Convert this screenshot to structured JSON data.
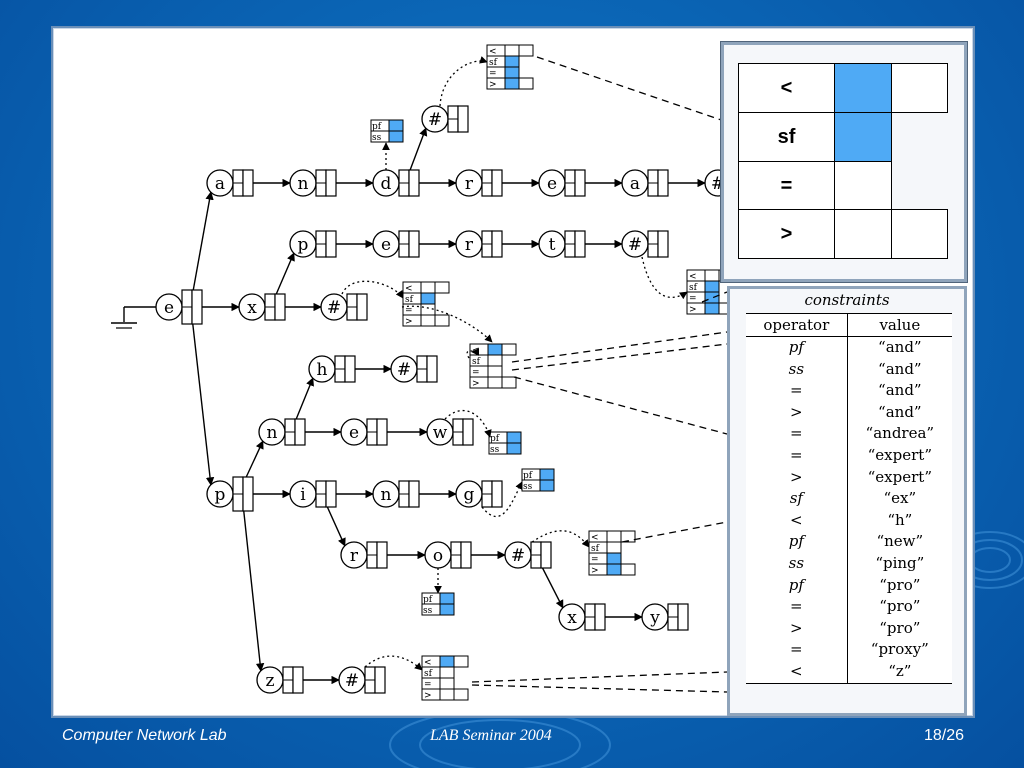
{
  "footer": {
    "left": "Computer Network Lab",
    "center": "LAB Seminar 2004",
    "right": "18/26"
  },
  "tree": {
    "nodes": [
      {
        "id": "e0",
        "label": "e"
      },
      {
        "id": "a1",
        "label": "a"
      },
      {
        "id": "n1",
        "label": "n"
      },
      {
        "id": "d1",
        "label": "d"
      },
      {
        "id": "r1",
        "label": "r"
      },
      {
        "id": "e1",
        "label": "e"
      },
      {
        "id": "a2",
        "label": "a"
      },
      {
        "id": "h1",
        "label": "#"
      },
      {
        "id": "h2",
        "label": "#"
      },
      {
        "id": "x1",
        "label": "x"
      },
      {
        "id": "p1",
        "label": "p"
      },
      {
        "id": "e2",
        "label": "e"
      },
      {
        "id": "r2",
        "label": "r"
      },
      {
        "id": "t1",
        "label": "t"
      },
      {
        "id": "h3",
        "label": "#"
      },
      {
        "id": "h4",
        "label": "#"
      },
      {
        "id": "p2",
        "label": "p"
      },
      {
        "id": "n2",
        "label": "n"
      },
      {
        "id": "h5",
        "label": "h"
      },
      {
        "id": "h6",
        "label": "#"
      },
      {
        "id": "e3",
        "label": "e"
      },
      {
        "id": "w1",
        "label": "w"
      },
      {
        "id": "i1",
        "label": "i"
      },
      {
        "id": "n3",
        "label": "n"
      },
      {
        "id": "g1",
        "label": "g"
      },
      {
        "id": "r3",
        "label": "r"
      },
      {
        "id": "o1",
        "label": "o"
      },
      {
        "id": "h7",
        "label": "#"
      },
      {
        "id": "x2",
        "label": "x"
      },
      {
        "id": "y1",
        "label": "y"
      },
      {
        "id": "z1",
        "label": "z"
      },
      {
        "id": "h8",
        "label": "#"
      }
    ],
    "box_labels": {
      "lt": "<",
      "sf": "sf",
      "eq": "=",
      "gt": ">",
      "pf": "pf",
      "ss": "ss"
    }
  },
  "zoom": {
    "rows": [
      "<",
      "sf",
      "=",
      ">"
    ]
  },
  "constraints": {
    "caption": "constraints",
    "headers": [
      "operator",
      "value"
    ],
    "rows": [
      {
        "op": "pf",
        "value": "“and”"
      },
      {
        "op": "ss",
        "value": "“and”"
      },
      {
        "op": "=",
        "value": "“and”"
      },
      {
        "op": ">",
        "value": "“and”"
      },
      {
        "op": "=",
        "value": "“andrea”"
      },
      {
        "op": "=",
        "value": "“expert”"
      },
      {
        "op": ">",
        "value": "“expert”"
      },
      {
        "op": "sf",
        "value": "“ex”"
      },
      {
        "op": "<",
        "value": "“h”"
      },
      {
        "op": "pf",
        "value": "“new”"
      },
      {
        "op": "ss",
        "value": "“ping”"
      },
      {
        "op": "pf",
        "value": "“pro”"
      },
      {
        "op": "=",
        "value": "“pro”"
      },
      {
        "op": ">",
        "value": "“pro”"
      },
      {
        "op": "=",
        "value": "“proxy”"
      },
      {
        "op": "<",
        "value": "“z”"
      }
    ]
  },
  "colors": {
    "accent_blue": "#4faaf5",
    "slide_blue": "#0b66b6"
  }
}
